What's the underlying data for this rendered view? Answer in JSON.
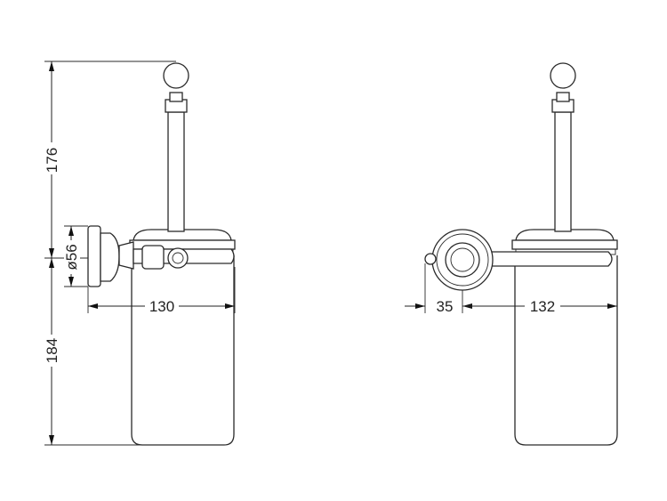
{
  "dimensions": {
    "total_height_upper": "176",
    "total_height_lower": "184",
    "rosette_diameter": "ø56",
    "side_depth": "130",
    "front_offset": "35",
    "front_width": "132"
  },
  "colors": {
    "line": "#2a2a2a",
    "background": "#ffffff"
  }
}
